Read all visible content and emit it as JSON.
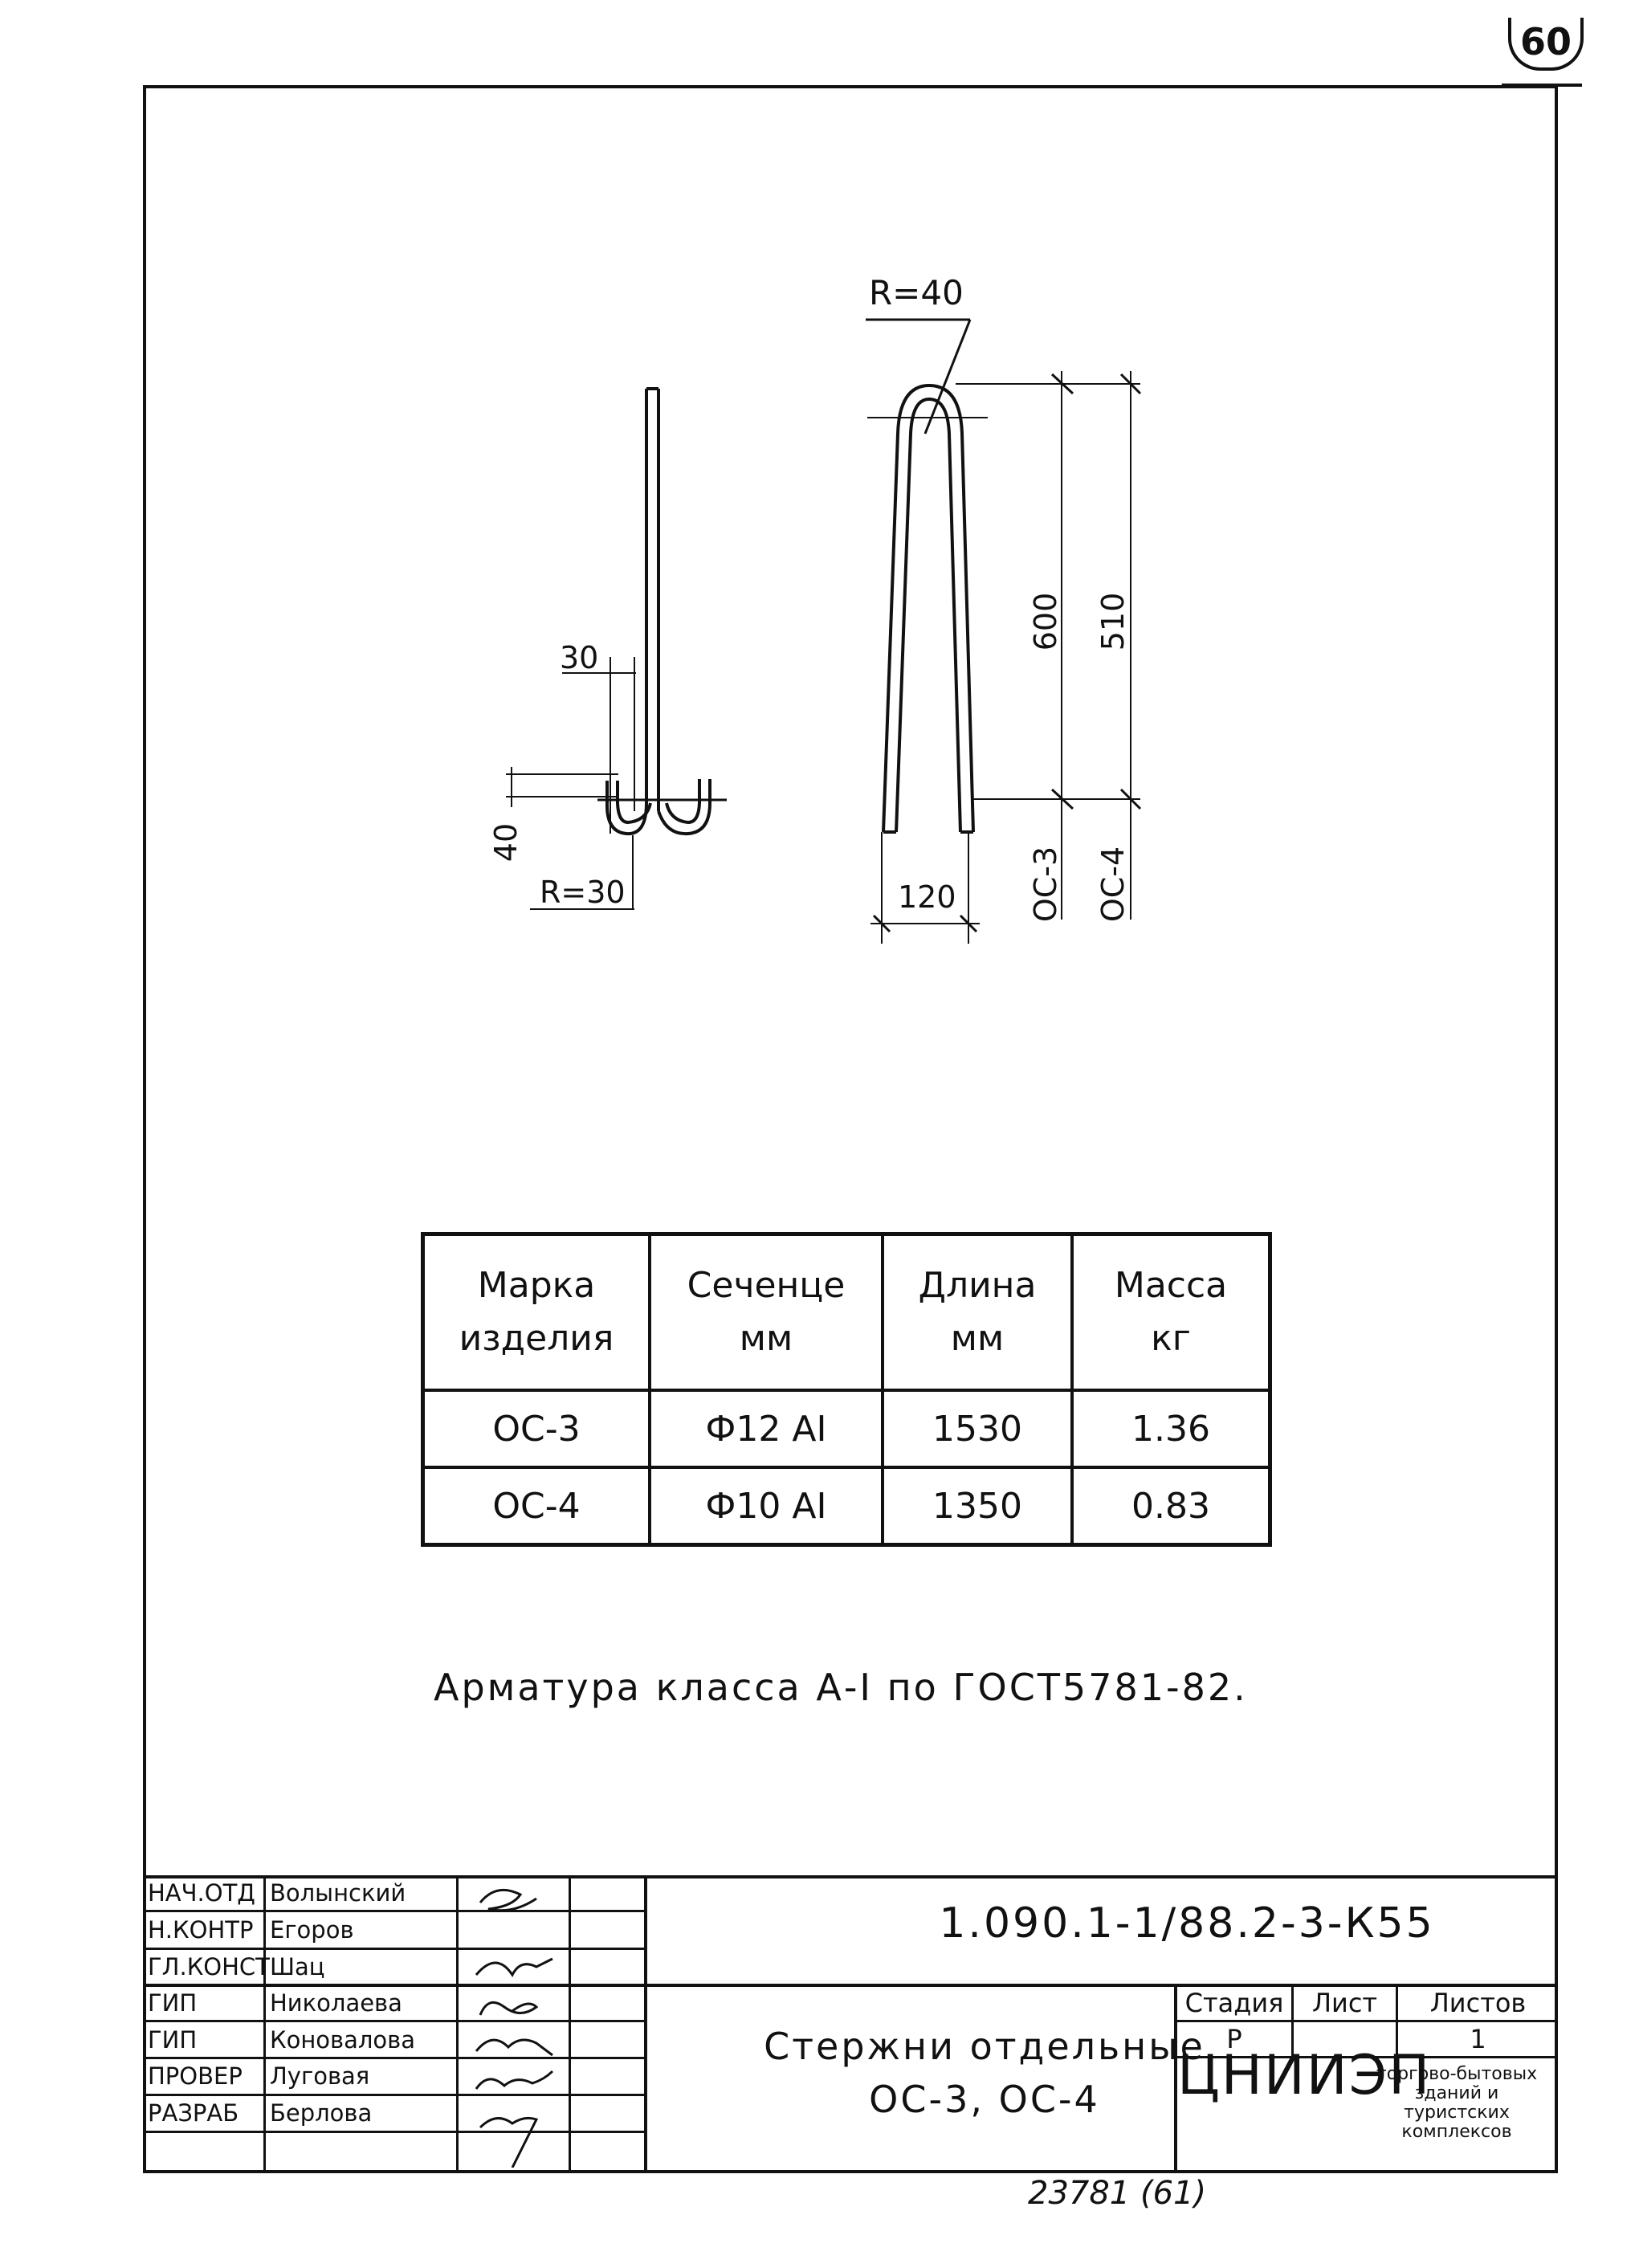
{
  "sheet_number": "60",
  "drawing": {
    "left_detail": {
      "dim_top": "30",
      "dim_side": "40",
      "radius": "R=30"
    },
    "right_detail": {
      "radius": "R=40",
      "dim_600": "600",
      "dim_510": "510",
      "dim_width": "120",
      "label_oc3": "ОС-3",
      "label_oc4": "ОС-4"
    }
  },
  "spec_table": {
    "headers": [
      {
        "line1": "Марка",
        "line2": "изделия"
      },
      {
        "line1": "Сеченце",
        "line2": "мм"
      },
      {
        "line1": "Длина",
        "line2": "мм"
      },
      {
        "line1": "Масса",
        "line2": "кг"
      }
    ],
    "rows": [
      {
        "mark": "ОС-3",
        "section": "Ф12 АI",
        "length": "1530",
        "mass": "1.36"
      },
      {
        "mark": "ОС-4",
        "section": "Ф10 АI",
        "length": "1350",
        "mass": "0.83"
      }
    ]
  },
  "note": "Арматура класса А-I по ГОСТ5781-82.",
  "title_block": {
    "roles": [
      {
        "role": "НАЧ.ОТД",
        "name": "Волынский"
      },
      {
        "role": "Н.КОНТР",
        "name": "Егоров"
      },
      {
        "role": "ГЛ.КОНСТ",
        "name": "Шац"
      },
      {
        "role": "ГИП",
        "name": "Николаева"
      },
      {
        "role": "ГИП",
        "name": "Коновалова"
      },
      {
        "role": "ПРОВЕР",
        "name": "Луговая"
      },
      {
        "role": "РАЗРАБ",
        "name": "Берлова"
      }
    ],
    "code": "1.090.1-1/88.2-3-К55",
    "title_line1": "Стержни отдельные",
    "title_line2": "ОС-3, ОС-4",
    "stage_label": "Стадия",
    "sheet_label": "Лист",
    "sheets_label": "Листов",
    "stage_value": "Р",
    "sheets_value": "1",
    "org": "ЦНИИЭП",
    "org_full": "торгово-бытовых зданий и туристских комплексов"
  },
  "archive_number": "23781 (61)"
}
